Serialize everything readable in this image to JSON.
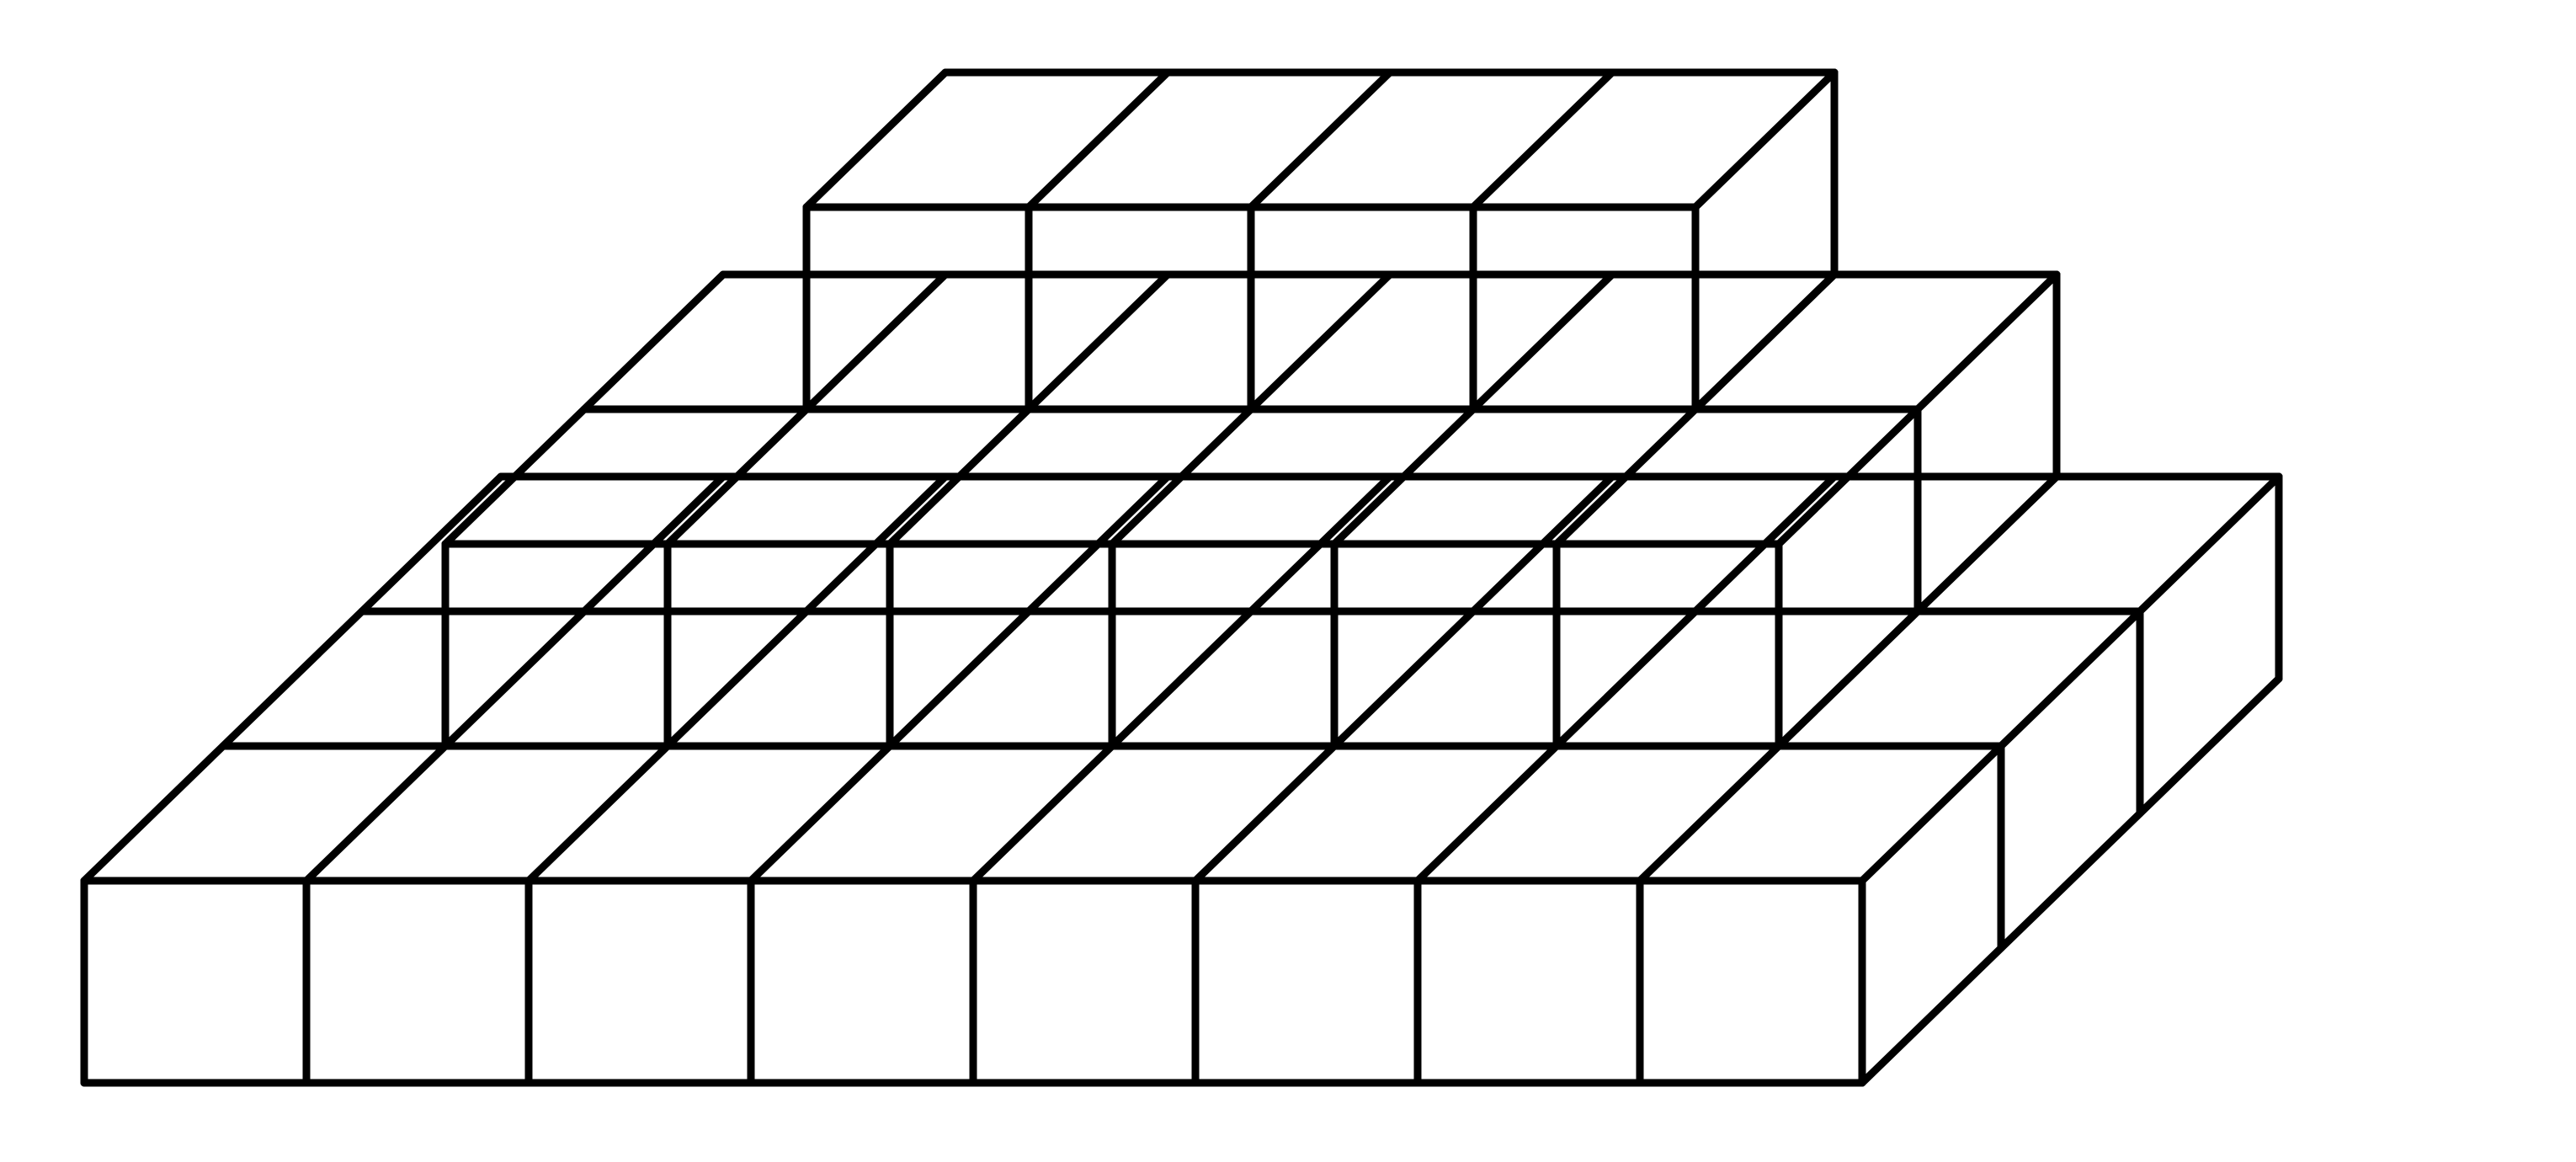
{
  "figure": {
    "kind": "stepped stack of unit cubes (isometric line drawing)",
    "line_color": "#000000",
    "background_color": "#ffffff",
    "tiers": [
      {
        "name": "bottom",
        "front_cubes": 8,
        "depth_cubes": 3
      },
      {
        "name": "middle",
        "front_cubes": 6,
        "depth_cubes": 2
      },
      {
        "name": "top",
        "front_cubes": 4,
        "depth_cubes": 1
      }
    ]
  }
}
